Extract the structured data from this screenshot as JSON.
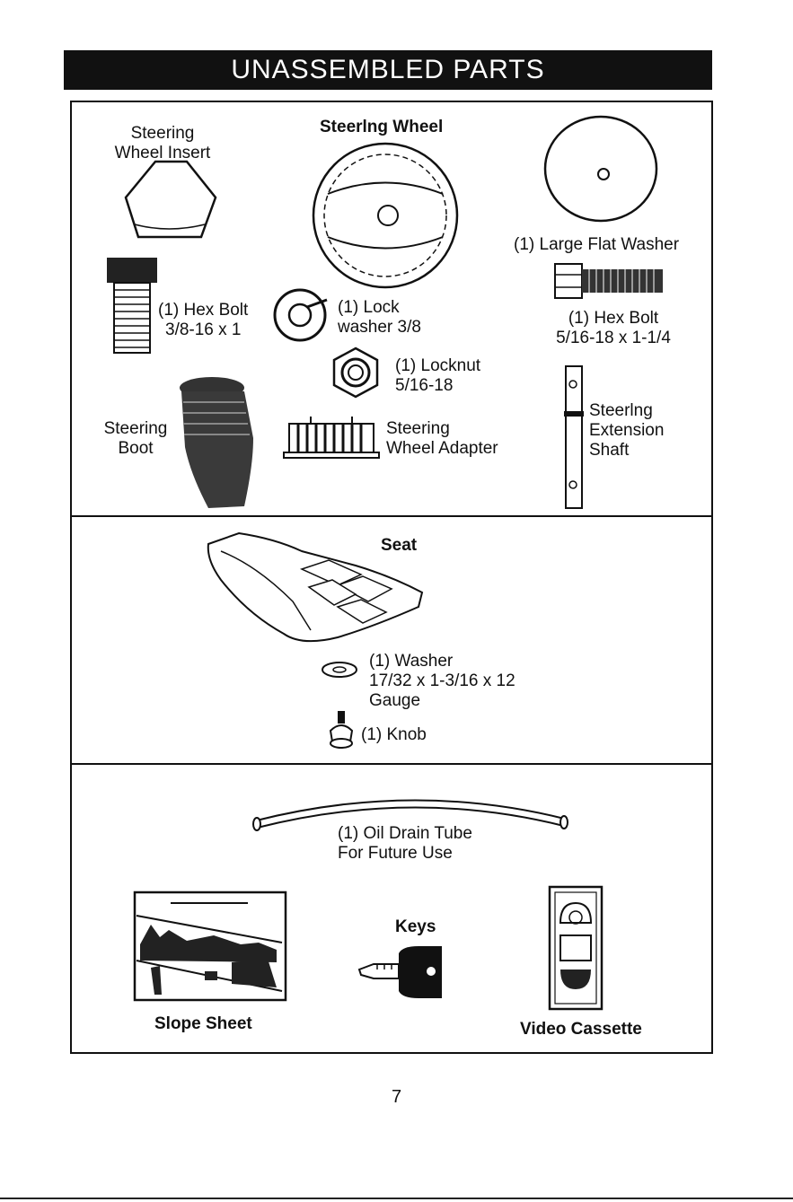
{
  "header": {
    "title": "UNASSEMBLED PARTS"
  },
  "panel_1": {
    "steering_wheel_insert": {
      "line1": "Steering",
      "line2": "Wheel Insert"
    },
    "steering_wheel": {
      "title": "Steerlng Wheel"
    },
    "large_flat_washer": {
      "label": "(1) Large Flat Washer"
    },
    "hex_bolt_left": {
      "line1": "(1) Hex Bolt",
      "line2": "3/8-16 x 1"
    },
    "lock_washer": {
      "line1": "(1) Lock",
      "line2": "washer  3/8"
    },
    "hex_bolt_right": {
      "line1": "(1) Hex Bolt",
      "line2": "5/16-18 x 1-1/4"
    },
    "locknut": {
      "line1": "(1) Locknut",
      "line2": "5/16-18"
    },
    "steering_boot": {
      "line1": "Steering",
      "line2": "Boot"
    },
    "steering_wheel_adapter": {
      "line1": "Steering",
      "line2": "Wheel Adapter"
    },
    "steering_extension_shaft": {
      "line1": "Steerlng",
      "line2": "Extension",
      "line3": "Shaft"
    }
  },
  "panel_2": {
    "seat": {
      "label": "Seat"
    },
    "washer": {
      "line1": "(1) Washer",
      "line2": "17/32 x 1-3/16 x 12",
      "line3": "Gauge"
    },
    "knob": {
      "label": "(1) Knob"
    }
  },
  "panel_3": {
    "oil_drain_tube": {
      "line1": "(1) Oil Drain Tube",
      "line2": "For Future Use"
    },
    "keys": {
      "label": "Keys"
    },
    "slope_sheet": {
      "label": "Slope Sheet"
    },
    "video_cassette": {
      "label": "Video Cassette"
    }
  },
  "footer": {
    "page_number": "7"
  }
}
